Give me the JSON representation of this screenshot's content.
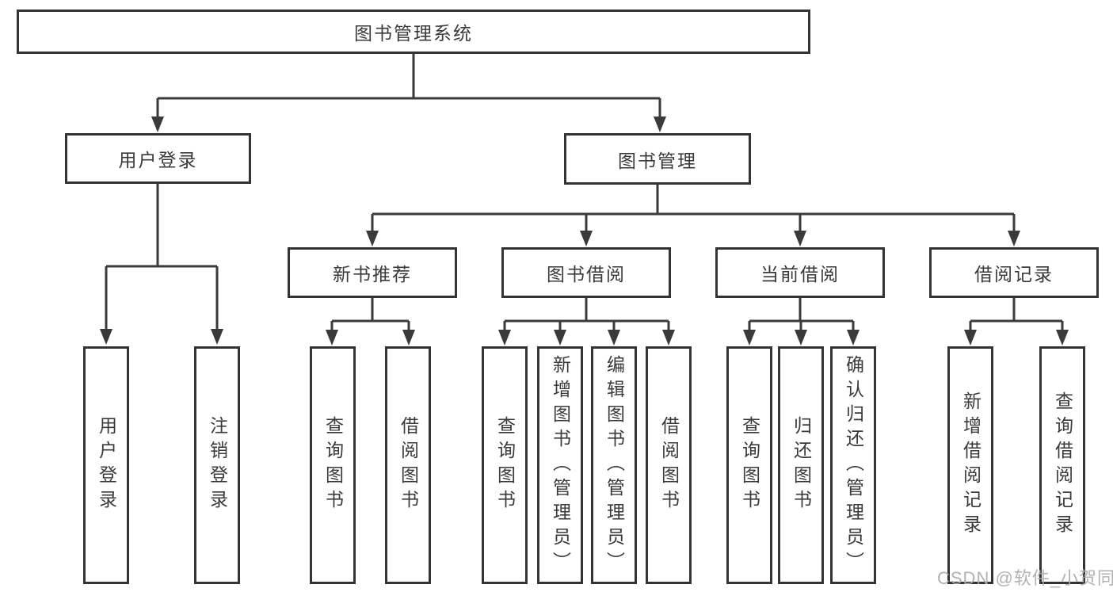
{
  "tree": {
    "root": {
      "label": "图书管理系统",
      "children": [
        {
          "label": "用户登录",
          "children": [
            {
              "label": "用户登录"
            },
            {
              "label": "注销登录"
            }
          ]
        },
        {
          "label": "图书管理",
          "children": [
            {
              "label": "新书推荐",
              "children": [
                {
                  "label": "查询图书"
                },
                {
                  "label": "借阅图书"
                }
              ]
            },
            {
              "label": "图书借阅",
              "children": [
                {
                  "label": "查询图书"
                },
                {
                  "label": "新增图书（管理员）"
                },
                {
                  "label": "编辑图书（管理员）"
                },
                {
                  "label": "借阅图书"
                }
              ]
            },
            {
              "label": "当前借阅",
              "children": [
                {
                  "label": "查询图书"
                },
                {
                  "label": "归还图书"
                },
                {
                  "label": "确认归还（管理员）"
                }
              ]
            },
            {
              "label": "借阅记录",
              "children": [
                {
                  "label": "新增借阅记录"
                },
                {
                  "label": "查询借阅记录"
                }
              ]
            }
          ]
        }
      ]
    }
  },
  "watermark": {
    "text": "CSDN @软件_小贺同学"
  },
  "colors": {
    "line": "#3a3a3a",
    "box_border": "#333333",
    "text": "#3a3a3a",
    "watermark": "#aaaaaa",
    "background": "#ffffff"
  }
}
